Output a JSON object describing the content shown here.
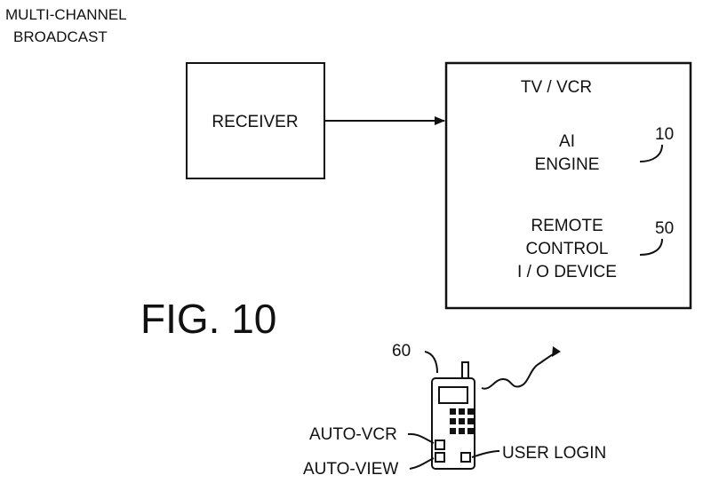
{
  "source": {
    "line1": "MULTI-CHANNEL",
    "line2": "BROADCAST"
  },
  "receiver": {
    "label": "RECEIVER"
  },
  "tv_vcr": {
    "title": "TV / VCR",
    "ai_engine": {
      "line1": "AI",
      "line2": "ENGINE",
      "ref": "10"
    },
    "remote_io": {
      "line1": "REMOTE",
      "line2": "CONTROL",
      "line3": "I / O DEVICE",
      "ref": "50"
    }
  },
  "figure": {
    "caption": "FIG. 10"
  },
  "remote_device": {
    "ref": "60",
    "auto_vcr": "AUTO-VCR",
    "auto_view": "AUTO-VIEW",
    "user_login": "USER LOGIN"
  }
}
